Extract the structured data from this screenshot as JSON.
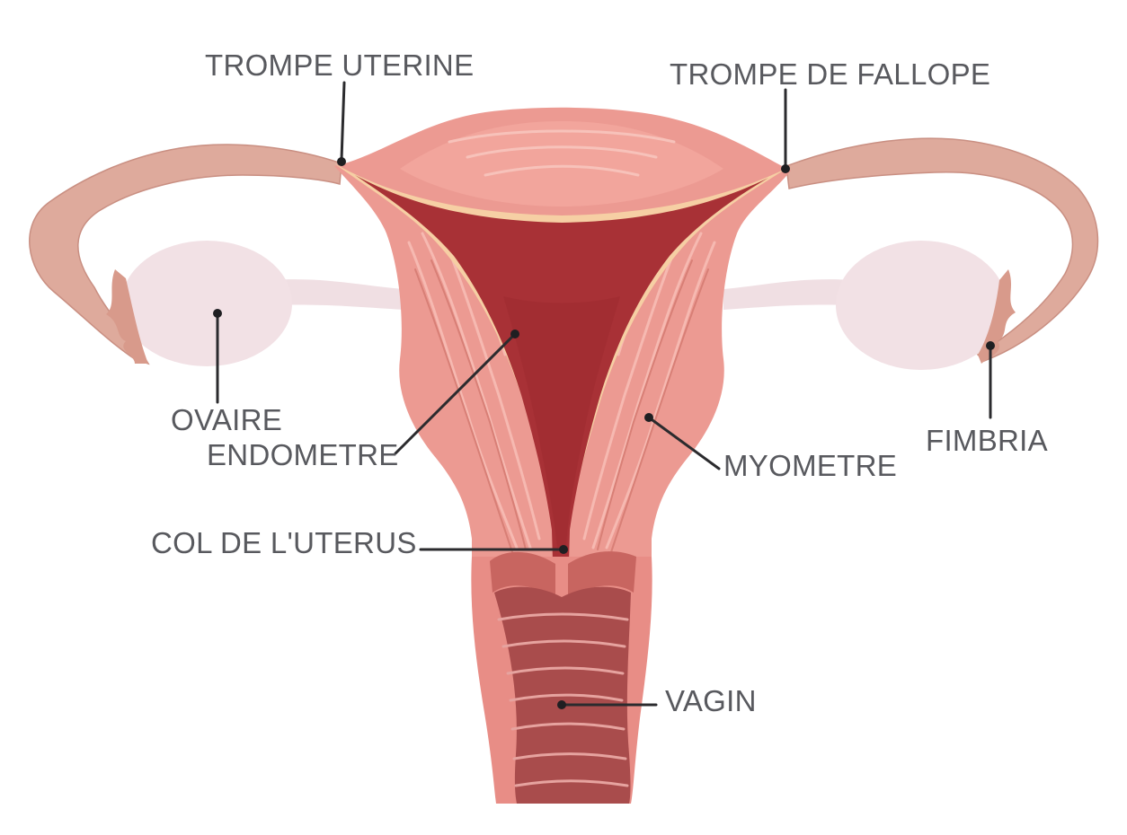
{
  "labels": {
    "trompe_uterine": "TROMPE UTERINE",
    "trompe_de_fallope": "TROMPE DE FALLOPE",
    "ovaire": "OVAIRE",
    "endometre": "ENDOMETRE",
    "fimbria": "FIMBRIA",
    "myometre": "MYOMETRE",
    "col_de_l_uterus": "COL DE L'UTERUS",
    "vagin": "VAGIN"
  },
  "colors": {
    "tube": "#deaa9c",
    "tube_edge": "#c98f82",
    "ovary": "#f2e1e5",
    "ovary_ligament": "#f0dfe3",
    "myometrium": "#ec9a92",
    "myometrium_light": "#f3b0a7",
    "myometrium_stripe": "#d87f76",
    "endometrium_border": "#f6cfa4",
    "cavity": "#a83136",
    "cavity_dark": "#8f2529",
    "vagina_wall": "#e88d86",
    "vagina_rugae": "#a94c4c",
    "label_text": "#58595e",
    "leader_line": "#2b2b2e"
  }
}
